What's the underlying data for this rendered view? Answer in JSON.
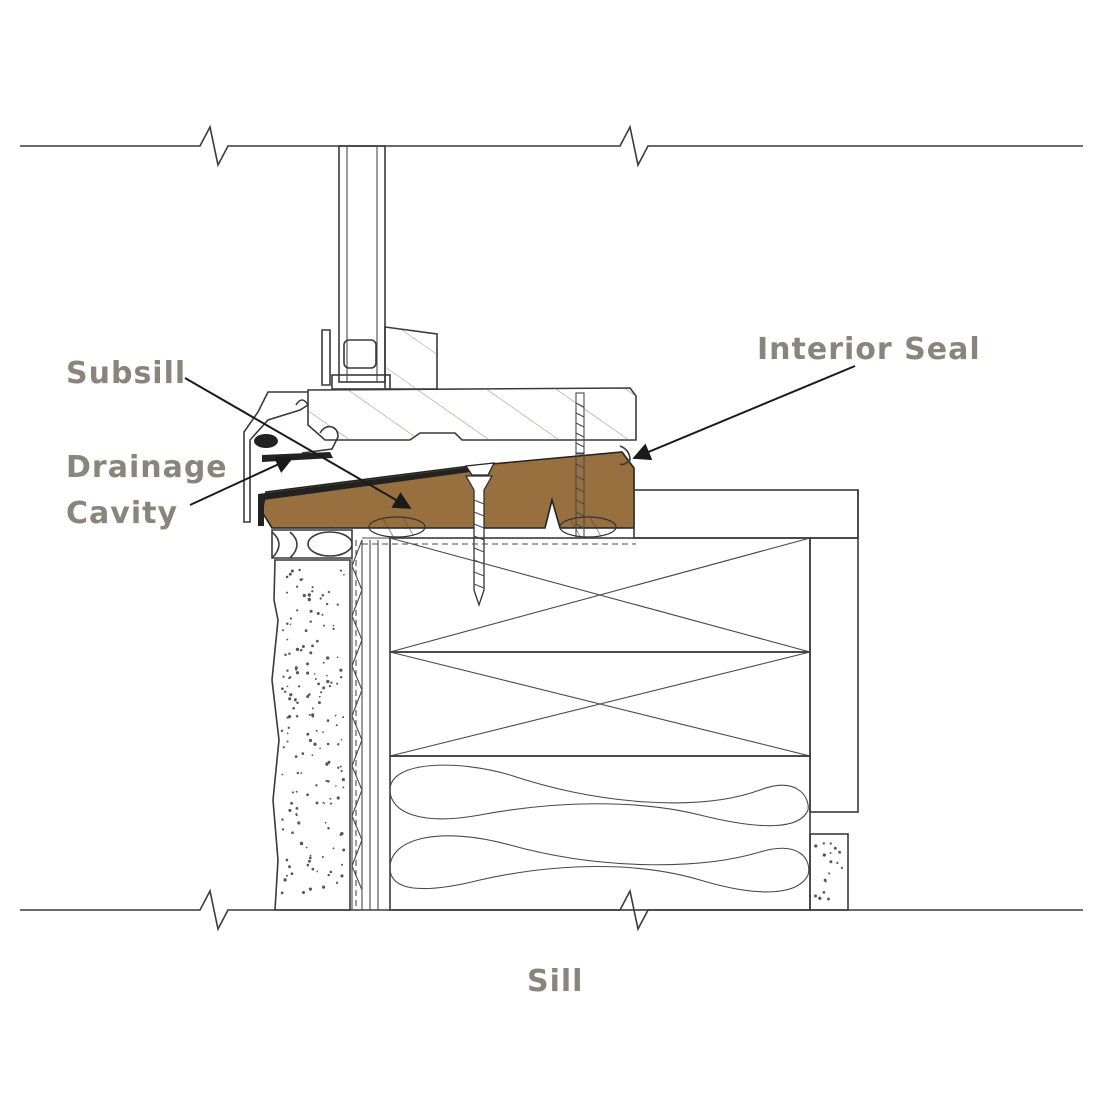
{
  "labels": {
    "subsill": "Subsill",
    "drainage_line1": "Drainage",
    "drainage_line2": "Cavity",
    "interior_seal": "Interior Seal",
    "caption": "Sill"
  },
  "colors": {
    "label_text": "#8a857a",
    "line": "#3a3a3a",
    "interior_wood": "#f3e3cf",
    "subsill_wood": "#98703f",
    "subsill_dark": "#2a2a2a",
    "insulation_fill": "#ffffff"
  }
}
